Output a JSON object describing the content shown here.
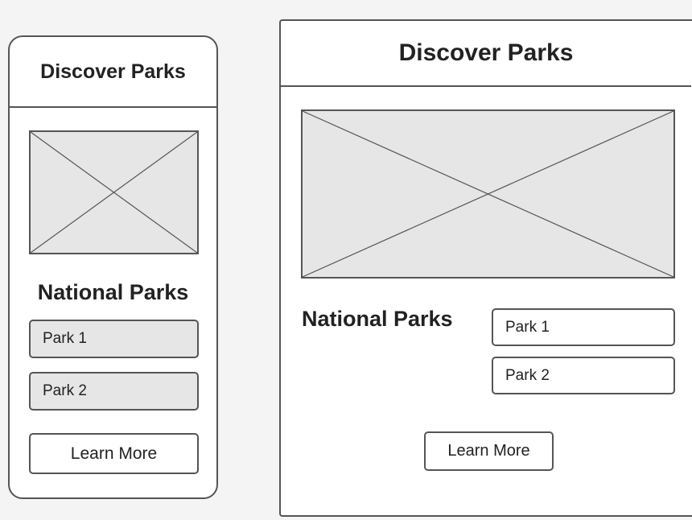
{
  "mobile": {
    "header_title": "Discover Parks",
    "image_placeholder": "image-placeholder-icon",
    "section_title": "National Parks",
    "parks": [
      "Park 1",
      "Park 2"
    ],
    "button_label": "Learn More"
  },
  "desktop": {
    "header_title": "Discover Parks",
    "image_placeholder": "image-placeholder-icon",
    "section_title": "National Parks",
    "parks": [
      "Park 1",
      "Park 2"
    ],
    "button_label": "Learn More"
  },
  "colors": {
    "background": "#f4f4f4",
    "frame": "#ffffff",
    "border": "#555555",
    "placeholder_fill": "#e6e6e6",
    "text": "#222222"
  }
}
